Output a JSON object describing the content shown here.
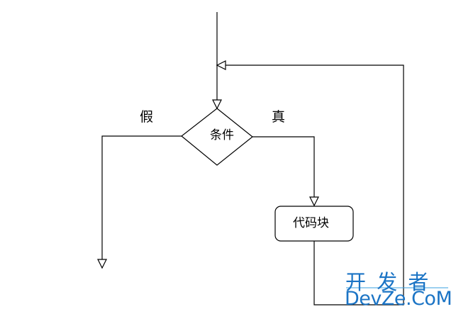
{
  "nodes": {
    "condition": "条件",
    "code_block": "代码块"
  },
  "edges": {
    "false_label": "假",
    "true_label": "真"
  },
  "watermark": {
    "line1": "开 发 者",
    "line2": "DevZe.CoM"
  },
  "colors": {
    "stroke": "#000000",
    "watermark": "#1b74c5"
  }
}
